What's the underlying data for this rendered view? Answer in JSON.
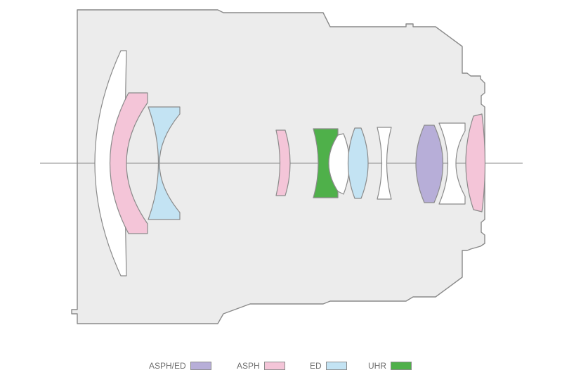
{
  "colors": {
    "barrel_fill": "#ececec",
    "barrel_stroke": "#8a8a8a",
    "axis": "#8a8a8a",
    "plain": "#ffffff",
    "asph_ed": "#b7aed8",
    "asph": "#f4c5d8",
    "ed": "#c3e3f3",
    "uhr": "#4fb04a"
  },
  "legend": [
    {
      "label": "ASPH/ED",
      "type": "asph_ed"
    },
    {
      "label": "ASPH",
      "type": "asph"
    },
    {
      "label": "ED",
      "type": "ed"
    },
    {
      "label": "UHR",
      "type": "uhr"
    }
  ],
  "elements": [
    {
      "name": "element-1",
      "type": "plain"
    },
    {
      "name": "element-2",
      "type": "asph"
    },
    {
      "name": "element-3",
      "type": "ed"
    },
    {
      "name": "element-4",
      "type": "asph"
    },
    {
      "name": "element-5",
      "type": "uhr"
    },
    {
      "name": "element-6",
      "type": "plain"
    },
    {
      "name": "element-7",
      "type": "ed"
    },
    {
      "name": "element-8",
      "type": "plain"
    },
    {
      "name": "element-9",
      "type": "asph_ed"
    },
    {
      "name": "element-10",
      "type": "plain"
    },
    {
      "name": "element-11",
      "type": "asph"
    }
  ]
}
